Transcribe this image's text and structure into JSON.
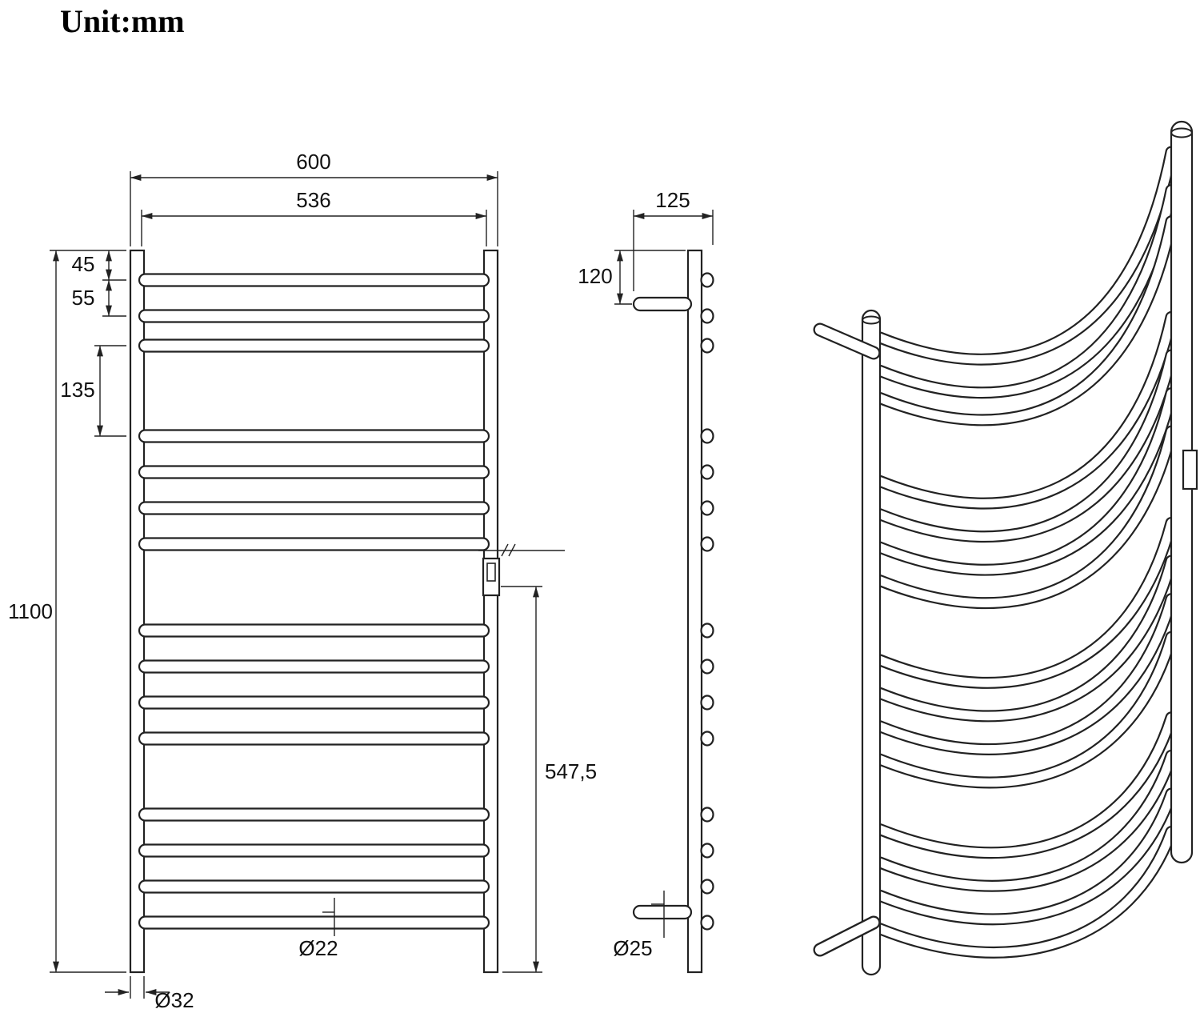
{
  "page": {
    "title": "Unit:mm",
    "background": "#ffffff",
    "line_color": "#222222",
    "text_color": "#111111"
  },
  "front_view": {
    "dims": {
      "overall_width": "600",
      "inner_width": "536",
      "top_gap": "45",
      "second_gap": "55",
      "group_gap": "135",
      "overall_height": "1100",
      "element_to_bottom": "547,5",
      "rung_diameter": "Ø22",
      "post_diameter": "Ø32"
    }
  },
  "side_view": {
    "dims": {
      "depth": "125",
      "top_bracket_offset": "120",
      "bracket_diameter": "Ø25"
    }
  }
}
